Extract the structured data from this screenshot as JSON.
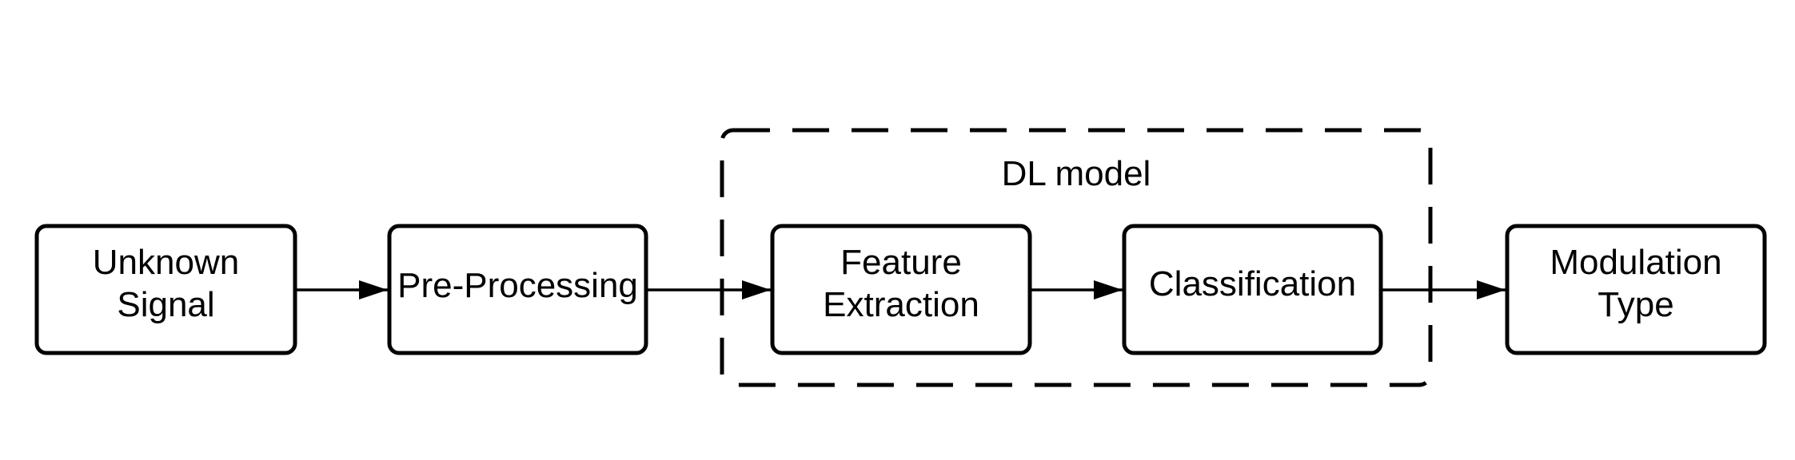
{
  "group": {
    "label": "DL model"
  },
  "nodes": {
    "unknown_signal": {
      "lines": [
        "Unknown",
        "Signal"
      ]
    },
    "pre_processing": {
      "lines": [
        "Pre-Processing"
      ]
    },
    "feature_extraction": {
      "lines": [
        "Feature",
        "Extraction"
      ]
    },
    "classification": {
      "lines": [
        "Classification"
      ]
    },
    "modulation_type": {
      "lines": [
        "Modulation",
        "Type"
      ]
    }
  },
  "colors": {
    "stroke": "#000000",
    "background": "#ffffff"
  }
}
